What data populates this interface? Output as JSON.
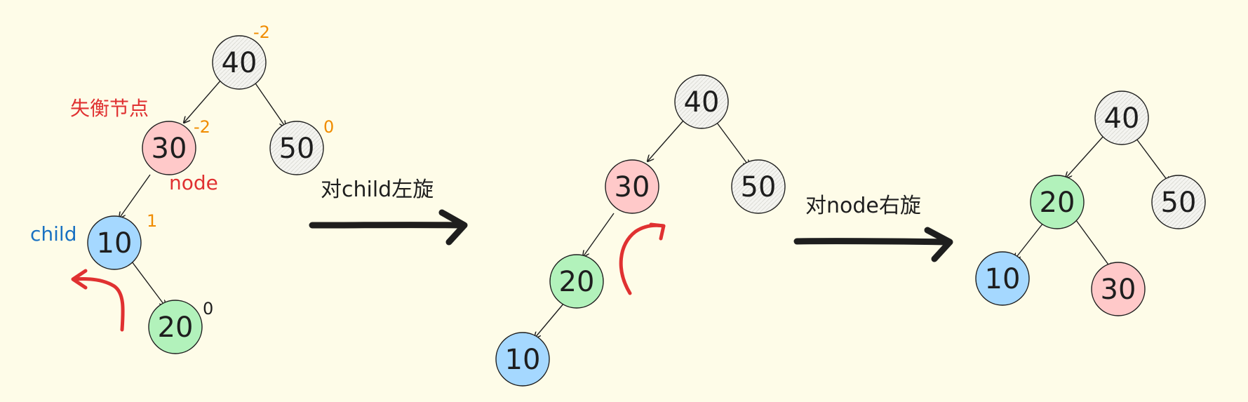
{
  "colors": {
    "background": "#fefce8",
    "node_default": "#f4f4f0",
    "node_red": "#ffc9c9",
    "node_blue": "#a5d8ff",
    "node_green": "#b2f2bb",
    "balance_orange": "#f08c00",
    "annotation_red": "#e03131",
    "annotation_blue": "#1971c2",
    "ink": "#1e1e1e"
  },
  "stage1": {
    "nodes": [
      {
        "value": "40",
        "color": "node_default"
      },
      {
        "value": "30",
        "color": "node_red"
      },
      {
        "value": "50",
        "color": "node_default"
      },
      {
        "value": "10",
        "color": "node_blue"
      },
      {
        "value": "20",
        "color": "node_green"
      }
    ],
    "balance": {
      "n40": "-2",
      "n30": "-2",
      "n50": "0",
      "n10": "1",
      "n20": "0"
    },
    "labels": {
      "unbalanced": "失衡节点",
      "node": "node",
      "child": "child"
    }
  },
  "arrow1_label": "对child左旋",
  "stage2": {
    "nodes": [
      {
        "value": "40",
        "color": "node_default"
      },
      {
        "value": "30",
        "color": "node_red"
      },
      {
        "value": "50",
        "color": "node_default"
      },
      {
        "value": "20",
        "color": "node_green"
      },
      {
        "value": "10",
        "color": "node_blue"
      }
    ]
  },
  "arrow2_label": "对node右旋",
  "stage3": {
    "nodes": [
      {
        "value": "40",
        "color": "node_default"
      },
      {
        "value": "20",
        "color": "node_green"
      },
      {
        "value": "50",
        "color": "node_default"
      },
      {
        "value": "10",
        "color": "node_blue"
      },
      {
        "value": "30",
        "color": "node_red"
      }
    ]
  }
}
